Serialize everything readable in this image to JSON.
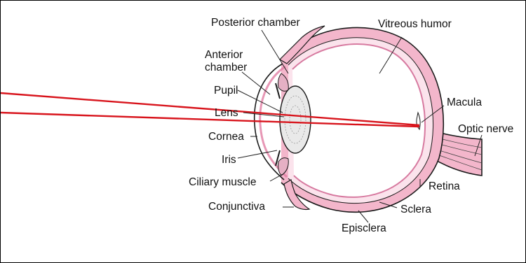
{
  "labels": {
    "posterior_chamber": "Posterior chamber",
    "anterior_chamber_line1": "Anterior",
    "anterior_chamber_line2": "chamber",
    "pupil": "Pupil",
    "lens": "Lens",
    "cornea": "Cornea",
    "iris": "Iris",
    "ciliary_muscle": "Ciliary muscle",
    "conjunctiva": "Conjunctiva",
    "vitreous_humor": "Vitreous humor",
    "macula": "Macula",
    "optic_nerve": "Optic nerve",
    "retina": "Retina",
    "sclera": "Sclera",
    "episclera": "Episclera"
  },
  "colors": {
    "tissue_pink": "#f3b6cb",
    "tissue_pink_dark": "#e17da3",
    "light_ray": "#d8141c",
    "outline": "#1a1a1a",
    "lens_fill": "#e9e9e9"
  }
}
